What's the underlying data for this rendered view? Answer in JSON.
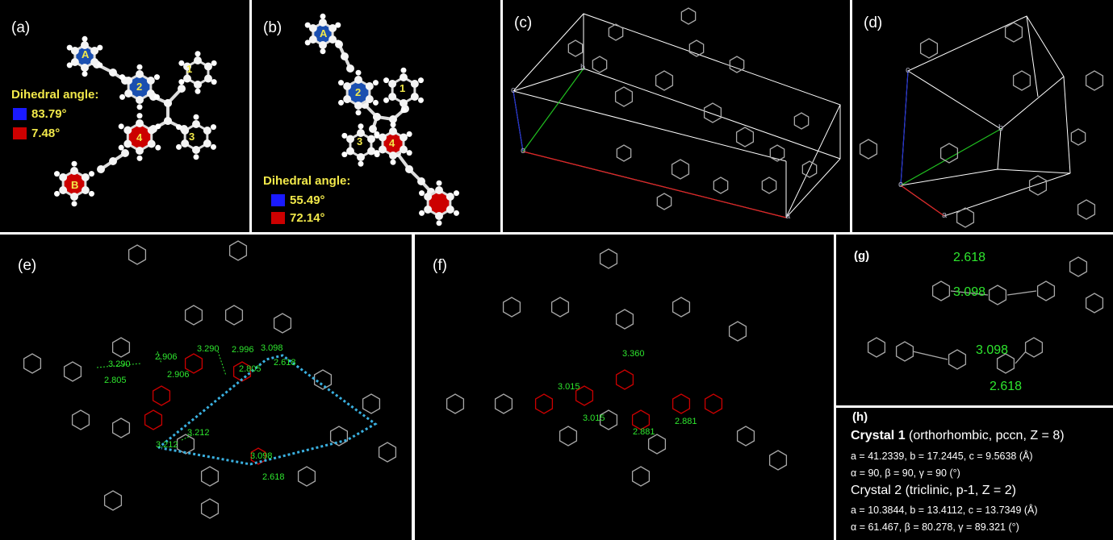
{
  "panels": {
    "a": {
      "label": "(a)",
      "rings": [
        "A",
        "2",
        "1",
        "4",
        "3",
        "B"
      ],
      "dihedral_title": "Dihedral angle:",
      "angles": [
        {
          "color": "#1a1aff",
          "value": "83.79°"
        },
        {
          "color": "#cc0000",
          "value": "7.48°"
        }
      ]
    },
    "b": {
      "label": "(b)",
      "rings": [
        "A",
        "2",
        "1",
        "3",
        "4"
      ],
      "dihedral_title": "Dihedral angle:",
      "angles": [
        {
          "color": "#1a1aff",
          "value": "55.49°"
        },
        {
          "color": "#cc0000",
          "value": "72.14°"
        }
      ]
    },
    "c": {
      "label": "(c)",
      "axes": [
        "b",
        "c",
        "o",
        "a"
      ]
    },
    "d": {
      "label": "(d)",
      "axes": [
        "c",
        "b",
        "o",
        "a"
      ]
    },
    "e": {
      "label": "(e)",
      "distances": [
        "3.290",
        "2.906",
        "2.906",
        "2.805",
        "3.290",
        "2.996",
        "3.098",
        "2.805",
        "2.618",
        "3.212",
        "3.212",
        "3.098",
        "2.618"
      ]
    },
    "f": {
      "label": "(f)",
      "distances": [
        "3.360",
        "3.015",
        "3.015",
        "2.881",
        "2.881"
      ]
    },
    "g": {
      "label": "(g)",
      "distances": [
        "2.618",
        "3.098",
        "3.098",
        "2.618"
      ]
    },
    "h": {
      "label": "(h)",
      "c1_title": "Crystal 1",
      "c1_info": "(orthorhombic, pccn, Z = 8)",
      "c1_cell": "a = 41.2339, b = 17.2445, c = 9.5638 (Å)",
      "c1_angles": "α = 90,  β = 90,  γ = 90 (°)",
      "c2_title": "Crystal 2",
      "c2_info": "(triclinic, p-1, Z = 2)",
      "c2_cell": "a = 10.3844, b = 13.4112, c = 13.7349 (Å)",
      "c2_angles": "α = 61.467,  β = 80.278,  γ = 89.321 (°)"
    }
  },
  "colors": {
    "blue_ring": "#1a4fb0",
    "red_ring": "#cc0000",
    "distance": "#2ee62e",
    "contact_path": "#3ab0e0"
  }
}
